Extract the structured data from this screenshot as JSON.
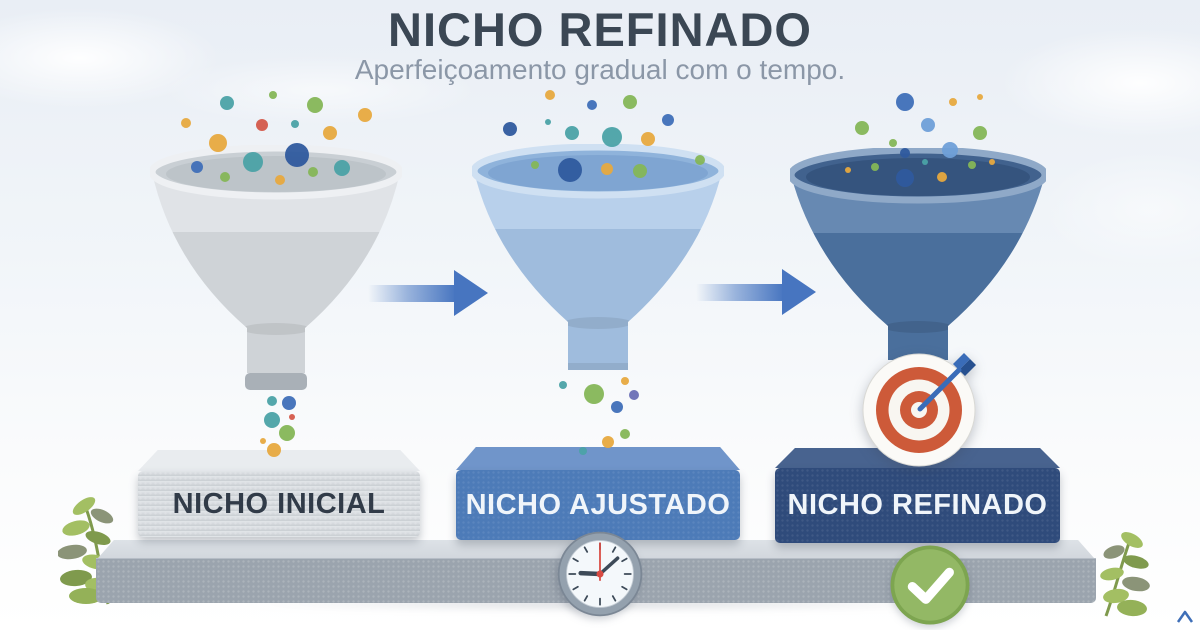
{
  "title": "NICHO REFINADO",
  "subtitle": "Aperfeiçoamento gradual com o tempo.",
  "stages": [
    {
      "label": "NICHO INICIAL",
      "funnel": "gray funnel, many mixed particles"
    },
    {
      "label": "NICHO AJUSTADO",
      "funnel": "light blue funnel, fewer particles"
    },
    {
      "label": "NICHO REFINADO",
      "funnel": "dark blue funnel, target hit by dart"
    }
  ],
  "icons": {
    "arrow-right-icon": "blue gradient arrow between stages",
    "clock-icon": "analog clock on platform (time passing)",
    "check-icon": "green circle with white checkmark",
    "target-icon": "red-and-white bullseye with blue dart in center",
    "plant-icon": "small green leafy plants at platform ends",
    "caret-watermark-icon": "small blue caret mark in bottom-right corner"
  },
  "theme": {
    "bg-top": "#e9eef5",
    "bg-bottom": "#ffffff",
    "title-color": "#3b4754",
    "subtitle-color": "#8b97a7",
    "f1-body": "#d8dce0",
    "f1-mouth": "#c9cfd4",
    "f1-deep": "#bdc4c9",
    "f1-rim": "#eef0f3",
    "f1-tip": "#a9b0b7",
    "f2-body": "#a7c5e7",
    "f2-mouth": "#8fb3db",
    "f2-deep": "#7fa5d2",
    "f2-rim": "#cfe0f2",
    "f3-body": "#4f76a6",
    "f3-mouth": "#41628e",
    "f3-deep": "#35547e",
    "f3-rim": "#8fa9c8",
    "arrow": "#4775c0",
    "b1-top": "#e9ecef",
    "b1-front": "#d4d9de",
    "b1-text": "#313b48",
    "b2-top": "#7095ca",
    "b2-front": "#4d7bb8",
    "b3-top": "#48638f",
    "b3-front": "#2f4b7b",
    "block-light-text": "#f0f5fa",
    "plat-top": "#d2d7dd",
    "plat-front": "#9ba4ae",
    "clock-rim": "#94a1ae",
    "clock-face": "#f4f8fb",
    "clock-hand": "#3d4a58",
    "clock-red": "#d84a42",
    "check-bg": "#93b865",
    "check-rim": "#7da550",
    "target-red": "#cd5a39",
    "dart": "#3a6cb8",
    "dart-dark": "#27508f",
    "plant-green": "#a3bf63",
    "plant-dark": "#7f9a4d",
    "plant-olive": "#8b9478",
    "watermark": "#3f6fb8"
  },
  "dots": {
    "palette": {
      "teal": "#4ba2a6",
      "green": "#85b657",
      "orange": "#e7a93f",
      "red": "#d4584a",
      "blue": "#3f6fb8",
      "navy": "#2f5a9e",
      "sky": "#6f9fd8",
      "purple": "#6a6fb5"
    },
    "groups": {
      "stage1_above": [
        [
          227,
          103,
          7,
          "teal"
        ],
        [
          273,
          95,
          4,
          "green"
        ],
        [
          315,
          105,
          8,
          "green"
        ],
        [
          186,
          123,
          5,
          "orange"
        ],
        [
          262,
          125,
          6,
          "red"
        ],
        [
          295,
          124,
          4,
          "teal"
        ],
        [
          330,
          133,
          7,
          "orange"
        ],
        [
          365,
          115,
          7,
          "orange"
        ],
        [
          218,
          143,
          9,
          "orange"
        ],
        [
          197,
          167,
          6,
          "blue"
        ],
        [
          253,
          162,
          10,
          "teal"
        ],
        [
          297,
          155,
          12,
          "navy"
        ],
        [
          225,
          177,
          5,
          "green"
        ],
        [
          280,
          180,
          5,
          "orange"
        ],
        [
          313,
          172,
          5,
          "green"
        ],
        [
          342,
          168,
          8,
          "teal"
        ]
      ],
      "stage1_below": [
        [
          272,
          401,
          5,
          "teal"
        ],
        [
          289,
          403,
          7,
          "blue"
        ],
        [
          272,
          420,
          8,
          "teal"
        ],
        [
          292,
          417,
          3,
          "red"
        ],
        [
          287,
          433,
          8,
          "green"
        ],
        [
          263,
          441,
          3,
          "orange"
        ],
        [
          274,
          450,
          7,
          "orange"
        ]
      ],
      "stage2_above": [
        [
          550,
          95,
          5,
          "orange"
        ],
        [
          592,
          105,
          5,
          "blue"
        ],
        [
          630,
          102,
          7,
          "green"
        ],
        [
          668,
          120,
          6,
          "blue"
        ],
        [
          510,
          129,
          7,
          "navy"
        ],
        [
          548,
          122,
          3,
          "teal"
        ],
        [
          572,
          133,
          7,
          "teal"
        ],
        [
          612,
          137,
          10,
          "teal"
        ],
        [
          648,
          139,
          7,
          "orange"
        ],
        [
          700,
          160,
          5,
          "green"
        ],
        [
          535,
          165,
          4,
          "green"
        ],
        [
          570,
          170,
          12,
          "navy"
        ],
        [
          607,
          169,
          6,
          "orange"
        ],
        [
          640,
          171,
          7,
          "green"
        ]
      ],
      "stage2_below": [
        [
          563,
          385,
          4,
          "teal"
        ],
        [
          625,
          381,
          4,
          "orange"
        ],
        [
          594,
          394,
          10,
          "green"
        ],
        [
          634,
          395,
          5,
          "purple"
        ],
        [
          617,
          407,
          6,
          "blue"
        ],
        [
          625,
          434,
          5,
          "green"
        ],
        [
          608,
          442,
          6,
          "orange"
        ],
        [
          583,
          451,
          4,
          "teal"
        ]
      ],
      "stage3_above": [
        [
          905,
          102,
          9,
          "blue"
        ],
        [
          862,
          128,
          7,
          "green"
        ],
        [
          928,
          125,
          7,
          "sky"
        ],
        [
          953,
          102,
          4,
          "orange"
        ],
        [
          980,
          97,
          3,
          "orange"
        ],
        [
          980,
          133,
          7,
          "green"
        ],
        [
          893,
          143,
          4,
          "green"
        ],
        [
          905,
          153,
          5,
          "navy"
        ],
        [
          950,
          150,
          8,
          "sky"
        ],
        [
          848,
          170,
          3,
          "orange"
        ],
        [
          875,
          167,
          4,
          "green"
        ],
        [
          905,
          178,
          9,
          "navy"
        ],
        [
          925,
          162,
          3,
          "teal"
        ],
        [
          942,
          177,
          5,
          "orange"
        ],
        [
          972,
          165,
          4,
          "green"
        ],
        [
          992,
          162,
          3,
          "orange"
        ]
      ]
    }
  }
}
